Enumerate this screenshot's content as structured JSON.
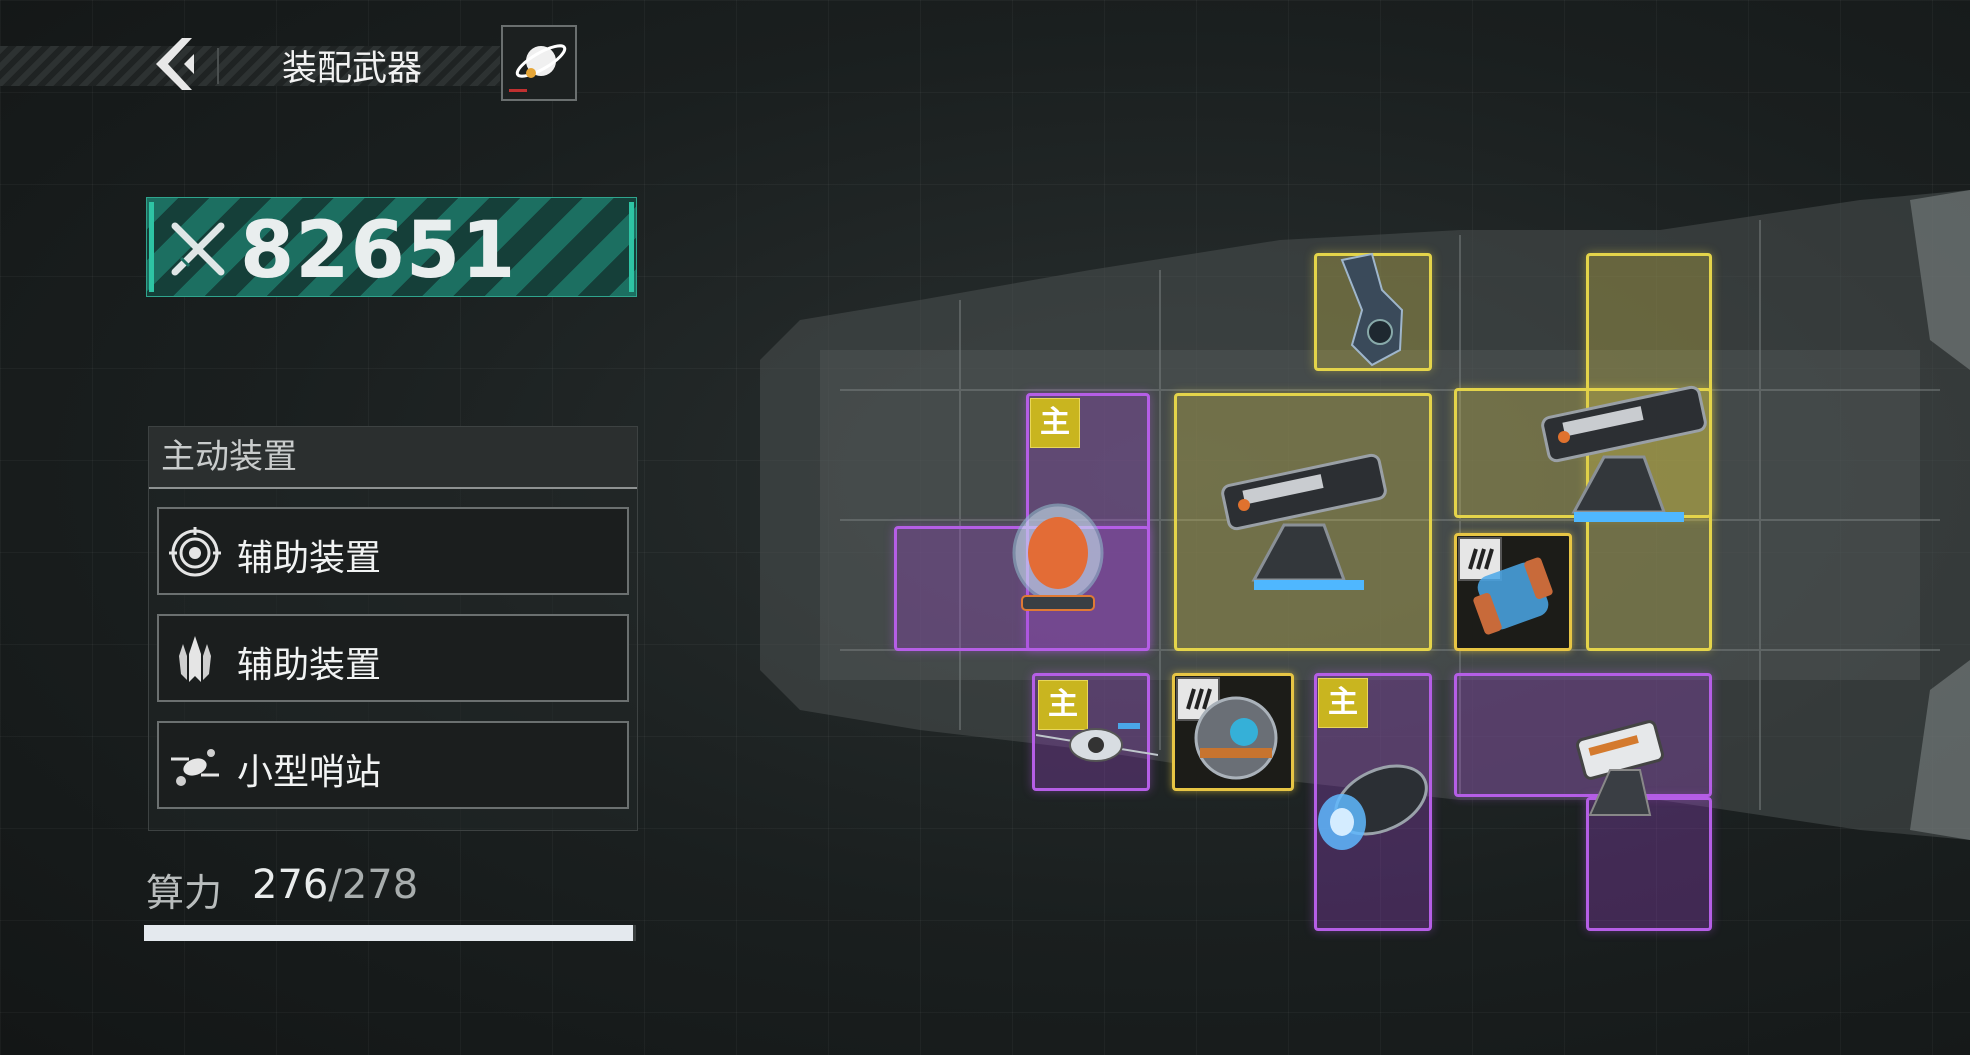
{
  "header": {
    "title": "装配武器",
    "back_icon": "back-arrow-icon",
    "planet_icon": "planet-icon"
  },
  "power": {
    "value": "82651",
    "icon": "crossed-swords-icon"
  },
  "active_panel": {
    "heading": "主动装置",
    "slots": [
      {
        "label": "辅助装置",
        "icon": "target-icon"
      },
      {
        "label": "辅助装置",
        "icon": "fighter-squadron-icon"
      },
      {
        "label": "小型哨站",
        "icon": "satellite-icon"
      }
    ]
  },
  "compute": {
    "label": "算力",
    "used": "276",
    "separator": "/",
    "max": "278",
    "fill": 0.993
  },
  "ship_slots": {
    "main_badge": "主",
    "colors": {
      "rare": "#e4d44a",
      "epic": "#b55ee6"
    }
  }
}
